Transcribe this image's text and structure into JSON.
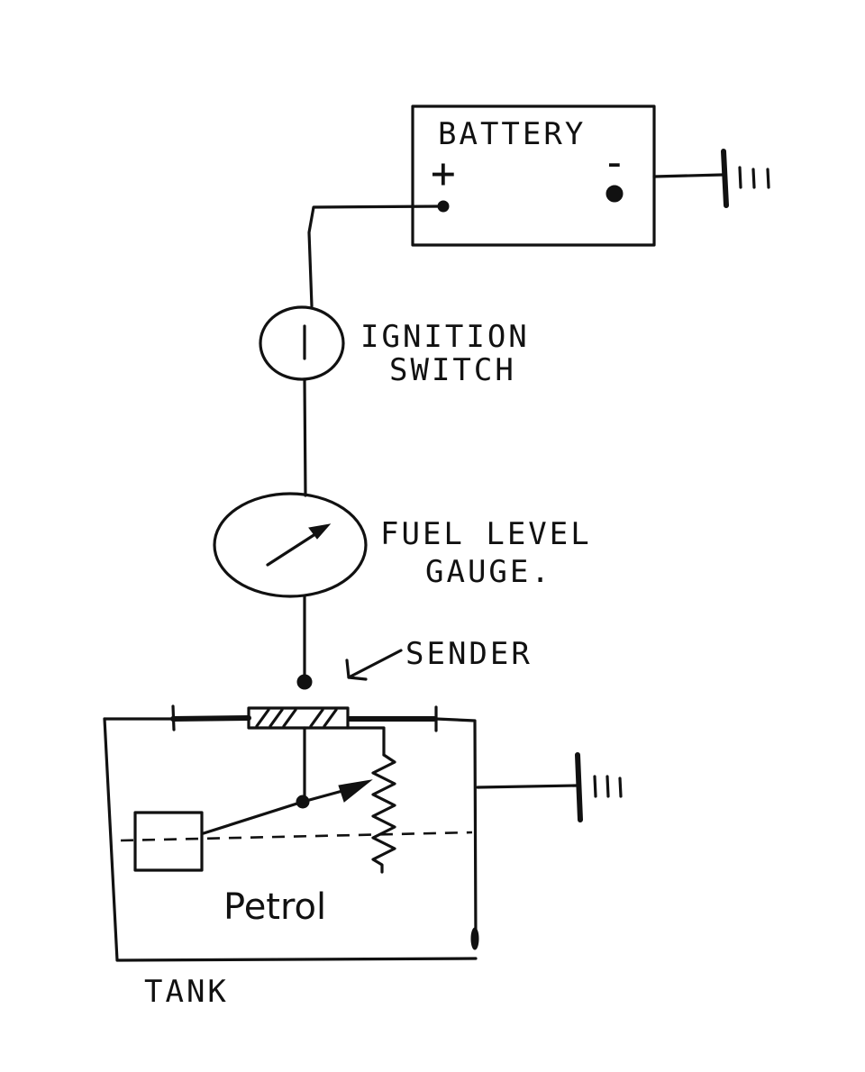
{
  "labels": {
    "battery": "BATTERY",
    "battery_plus": "+",
    "battery_minus": "-",
    "ignition_line1": "IGNITION",
    "ignition_line2": "SWITCH",
    "gauge_line1": "FUEL LEVEL",
    "gauge_line2": "GAUGE.",
    "sender": "SENDER",
    "petrol": "Petrol",
    "tank": "TANK"
  }
}
